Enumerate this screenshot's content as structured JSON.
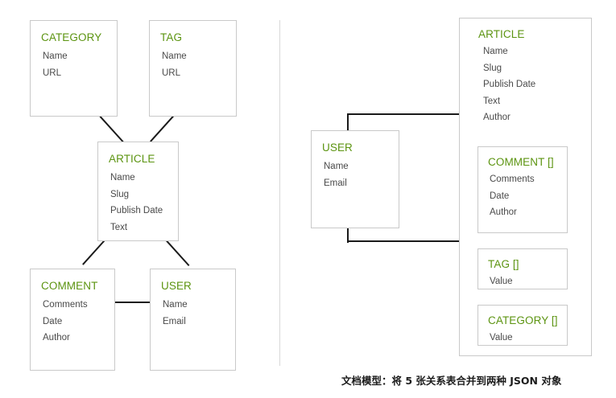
{
  "diagram": {
    "caption": "文档模型：将 5 张关系表合并到两种 JSON 对象",
    "colors": {
      "entity_title": "#5c9411",
      "field_text": "#4a4a4a",
      "box_border": "#c9c9c9",
      "connector": "#1a1a1a",
      "divider": "#d8d8d8",
      "background": "#ffffff"
    },
    "relational": {
      "entities": [
        {
          "name": "CATEGORY",
          "fields": [
            "Name",
            "URL"
          ]
        },
        {
          "name": "TAG",
          "fields": [
            "Name",
            "URL"
          ]
        },
        {
          "name": "ARTICLE",
          "fields": [
            "Name",
            "Slug",
            "Publish Date",
            "Text"
          ]
        },
        {
          "name": "COMMENT",
          "fields": [
            "Comments",
            "Date",
            "Author"
          ]
        },
        {
          "name": "USER",
          "fields": [
            "Name",
            "Email"
          ]
        }
      ],
      "relationships": [
        {
          "from": "CATEGORY",
          "to": "ARTICLE"
        },
        {
          "from": "TAG",
          "to": "ARTICLE"
        },
        {
          "from": "ARTICLE",
          "to": "COMMENT"
        },
        {
          "from": "ARTICLE",
          "to": "USER"
        },
        {
          "from": "COMMENT",
          "to": "USER"
        }
      ]
    },
    "document": {
      "entities": [
        {
          "name": "USER",
          "fields": [
            "Name",
            "Email"
          ]
        },
        {
          "name": "ARTICLE",
          "fields": [
            "Name",
            "Slug",
            "Publish Date",
            "Text",
            "Author"
          ]
        },
        {
          "name": "COMMENT []",
          "fields": [
            "Comments",
            "Date",
            "Author"
          ]
        },
        {
          "name": "TAG []",
          "fields": [
            "Value"
          ]
        },
        {
          "name": "CATEGORY []",
          "fields": [
            "Value"
          ]
        }
      ],
      "relationships": [
        {
          "from": "USER",
          "to": "ARTICLE",
          "position": "top"
        },
        {
          "from": "USER",
          "to": "ARTICLE",
          "position": "bottom"
        }
      ]
    }
  }
}
